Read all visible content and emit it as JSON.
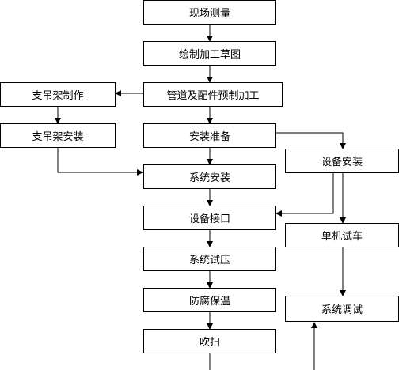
{
  "flowchart": {
    "nodes": {
      "survey": "现场测量",
      "drawing": "绘制加工草图",
      "prefab": "管道及配件预制加工",
      "support_fab": "支吊架制作",
      "support_install": "支吊架安装",
      "prep": "安装准备",
      "equip_install": "设备安装",
      "sys_install": "系统安装",
      "equip_connect": "设备接口",
      "single_test": "单机试车",
      "pressure_test": "系统试压",
      "commissioning": "系统调试",
      "anticorrosion": "防腐保温",
      "purge": "吹扫"
    }
  }
}
